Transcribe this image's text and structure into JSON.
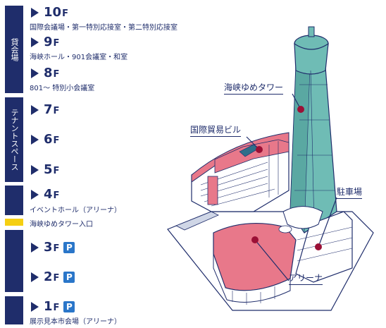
{
  "sidebar": {
    "group_rental": "貸会場",
    "group_tenant": "テナントスペース"
  },
  "floors": [
    {
      "num": "10",
      "unit": "F",
      "desc": "国際会議場・第一特別応接室・第二特別応接室"
    },
    {
      "num": "9",
      "unit": "F",
      "desc": "海峡ホール・901会議室・和室"
    },
    {
      "num": "8",
      "unit": "F",
      "desc": "801～ 特別小会議室"
    },
    {
      "num": "7",
      "unit": "F",
      "desc": ""
    },
    {
      "num": "6",
      "unit": "F",
      "desc": ""
    },
    {
      "num": "5",
      "unit": "F",
      "desc": ""
    },
    {
      "num": "4",
      "unit": "F",
      "desc": "イベントホール（アリーナ）"
    },
    {
      "num": "3",
      "unit": "F",
      "desc": "",
      "parking": "P"
    },
    {
      "num": "2",
      "unit": "F",
      "desc": "",
      "parking": "P"
    },
    {
      "num": "1",
      "unit": "F",
      "desc": "展示見本市会場（アリーナ）",
      "parking": "P"
    }
  ],
  "entrance_label": "海峡ゆめタワー入口",
  "callouts": {
    "tower": "海峡ゆめタワー",
    "trade_building": "国際貿易ビル",
    "parking": "駐車場",
    "arena": "アリーナ"
  },
  "colors": {
    "navy": "#1f2d6b",
    "yellow": "#f5cf12",
    "parking_blue": "#2a76c9",
    "tower_teal": "#6fbcb5",
    "building_pink": "#e8788a",
    "marker": "#9b1036"
  }
}
